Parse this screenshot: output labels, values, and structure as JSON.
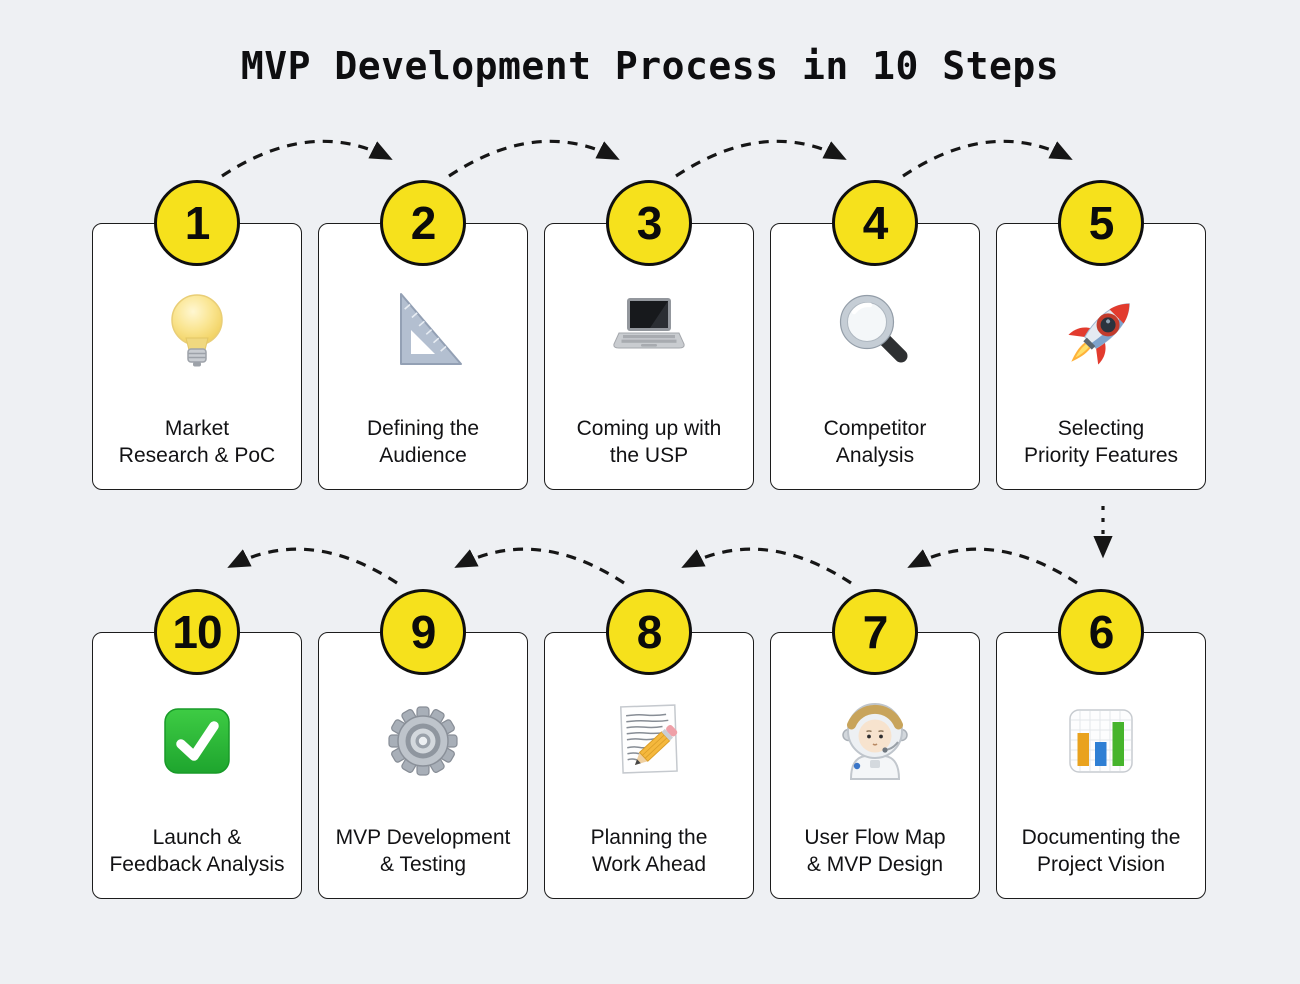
{
  "title": "MVP Development Process in 10 Steps",
  "colors": {
    "background": "#EEF0F3",
    "card_background": "#FFFFFF",
    "card_border": "#1C1C1C",
    "badge_fill": "#F6E11C",
    "badge_border": "#0F0F0F",
    "arrow": "#161616",
    "label_text": "#121214"
  },
  "rows": {
    "top": [
      {
        "number": "1",
        "label": "Market\nResearch & PoC",
        "icon": "light-bulb-icon"
      },
      {
        "number": "2",
        "label": "Defining the\nAudience",
        "icon": "triangular-ruler-icon"
      },
      {
        "number": "3",
        "label": "Coming up with\nthe USP",
        "icon": "laptop-icon"
      },
      {
        "number": "4",
        "label": "Competitor\nAnalysis",
        "icon": "magnifying-glass-icon"
      },
      {
        "number": "5",
        "label": "Selecting\nPriority Features",
        "icon": "rocket-icon"
      }
    ],
    "bottom": [
      {
        "number": "10",
        "label": "Launch &\nFeedback Analysis",
        "icon": "check-mark-icon"
      },
      {
        "number": "9",
        "label": "MVP Development\n& Testing",
        "icon": "gear-icon"
      },
      {
        "number": "8",
        "label": "Planning the\nWork Ahead",
        "icon": "memo-icon"
      },
      {
        "number": "7",
        "label": "User Flow Map\n& MVP Design",
        "icon": "astronaut-icon"
      },
      {
        "number": "6",
        "label": "Documenting the\nProject Vision",
        "icon": "bar-chart-icon"
      }
    ]
  },
  "flow": {
    "top_direction": "left-to-right",
    "bottom_direction": "right-to-left",
    "connector_style": "dashed-arc-arrows"
  }
}
